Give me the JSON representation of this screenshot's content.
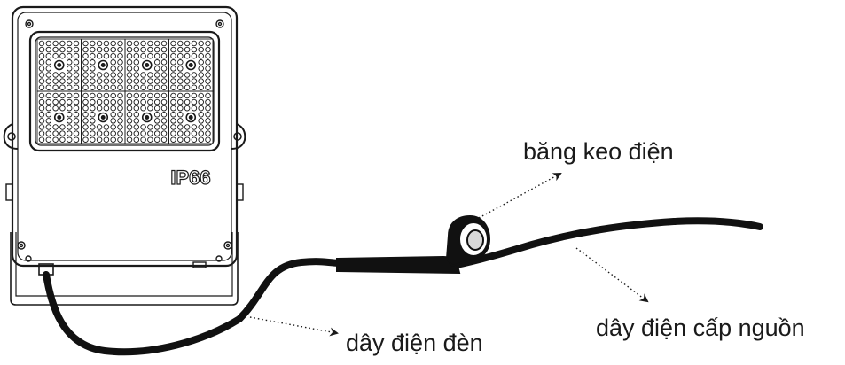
{
  "labels": {
    "electrical_tape": "băng keo điện",
    "lamp_wire": "dây điện đèn",
    "power_supply_wire": "dây điện cấp nguồn"
  },
  "floodlight": {
    "rating_text": "IP66"
  },
  "colors": {
    "line": "#1a1a1a",
    "cable": "#111111",
    "background": "#ffffff"
  }
}
